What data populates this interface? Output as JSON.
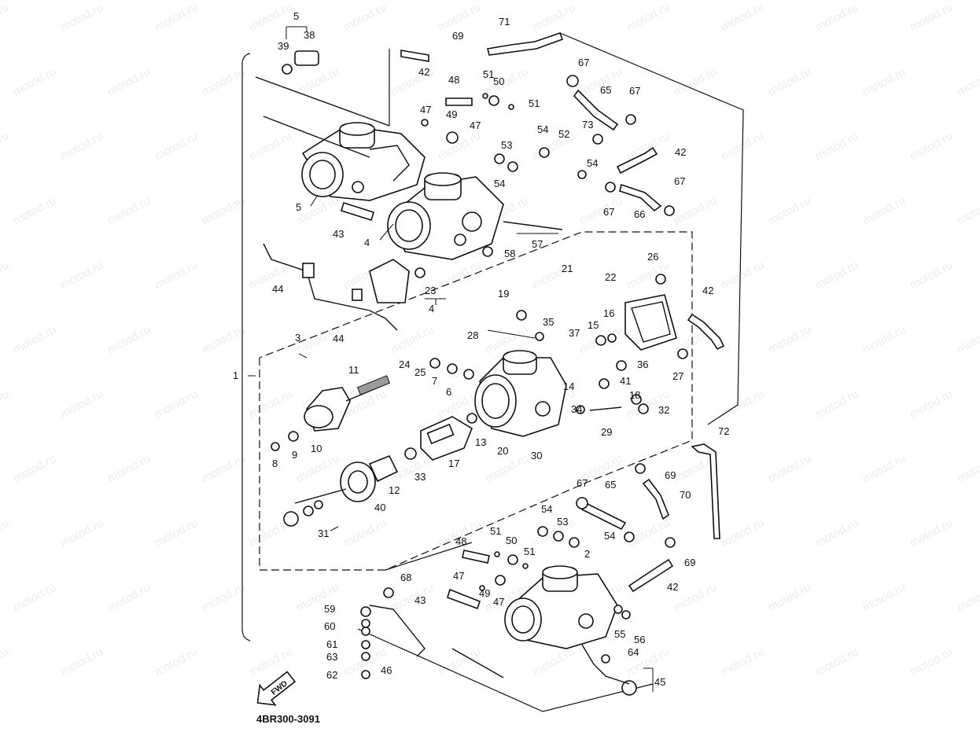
{
  "diagram": {
    "doc_code": "4BR300-3091",
    "fwd_label": "FWD",
    "watermark": "motod.ru",
    "part_numbers": [
      "5",
      "38",
      "39",
      "69",
      "71",
      "42",
      "51",
      "48",
      "50",
      "51",
      "47",
      "49",
      "47",
      "67",
      "65",
      "67",
      "73",
      "54",
      "52",
      "53",
      "54",
      "54",
      "42",
      "67",
      "67",
      "66",
      "5",
      "43",
      "4",
      "58",
      "57",
      "44",
      "23",
      "4",
      "26",
      "22",
      "21",
      "42",
      "19",
      "28",
      "35",
      "15",
      "16",
      "37",
      "36",
      "44",
      "3",
      "24",
      "25",
      "7",
      "6",
      "14",
      "41",
      "18",
      "34",
      "32",
      "29",
      "27",
      "11",
      "9",
      "10",
      "8",
      "33",
      "17",
      "13",
      "20",
      "30",
      "72",
      "69",
      "70",
      "67",
      "65",
      "54",
      "53",
      "54",
      "51",
      "50",
      "48",
      "51",
      "40",
      "12",
      "31",
      "2",
      "47",
      "49",
      "47",
      "68",
      "43",
      "42",
      "69",
      "59",
      "60",
      "61",
      "63",
      "62",
      "46",
      "55",
      "56",
      "64",
      "45",
      "1"
    ]
  }
}
